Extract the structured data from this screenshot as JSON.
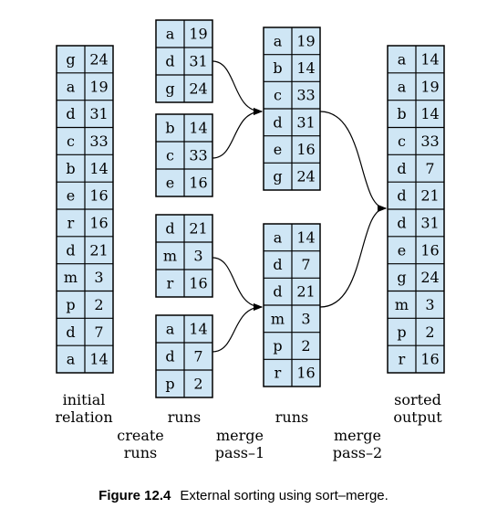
{
  "colors": {
    "cell_fill": "#cfe6f5",
    "border": "#000000",
    "arrow": "#000000"
  },
  "tables": {
    "initial": [
      [
        "g",
        "24"
      ],
      [
        "a",
        "19"
      ],
      [
        "d",
        "31"
      ],
      [
        "c",
        "33"
      ],
      [
        "b",
        "14"
      ],
      [
        "e",
        "16"
      ],
      [
        "r",
        "16"
      ],
      [
        "d",
        "21"
      ],
      [
        "m",
        "3"
      ],
      [
        "p",
        "2"
      ],
      [
        "d",
        "7"
      ],
      [
        "a",
        "14"
      ]
    ],
    "run1": [
      [
        "a",
        "19"
      ],
      [
        "d",
        "31"
      ],
      [
        "g",
        "24"
      ]
    ],
    "run2": [
      [
        "b",
        "14"
      ],
      [
        "c",
        "33"
      ],
      [
        "e",
        "16"
      ]
    ],
    "run3": [
      [
        "d",
        "21"
      ],
      [
        "m",
        "3"
      ],
      [
        "r",
        "16"
      ]
    ],
    "run4": [
      [
        "a",
        "14"
      ],
      [
        "d",
        "7"
      ],
      [
        "p",
        "2"
      ]
    ],
    "merge1a": [
      [
        "a",
        "19"
      ],
      [
        "b",
        "14"
      ],
      [
        "c",
        "33"
      ],
      [
        "d",
        "31"
      ],
      [
        "e",
        "16"
      ],
      [
        "g",
        "24"
      ]
    ],
    "merge1b": [
      [
        "a",
        "14"
      ],
      [
        "d",
        "7"
      ],
      [
        "d",
        "21"
      ],
      [
        "m",
        "3"
      ],
      [
        "p",
        "2"
      ],
      [
        "r",
        "16"
      ]
    ],
    "sorted": [
      [
        "a",
        "14"
      ],
      [
        "a",
        "19"
      ],
      [
        "b",
        "14"
      ],
      [
        "c",
        "33"
      ],
      [
        "d",
        "7"
      ],
      [
        "d",
        "21"
      ],
      [
        "d",
        "31"
      ],
      [
        "e",
        "16"
      ],
      [
        "g",
        "24"
      ],
      [
        "m",
        "3"
      ],
      [
        "p",
        "2"
      ],
      [
        "r",
        "16"
      ]
    ]
  },
  "labels": {
    "initial_relation": [
      "initial",
      "relation"
    ],
    "runs_1": [
      "runs"
    ],
    "runs_2": [
      "runs"
    ],
    "sorted_output": [
      "sorted",
      "output"
    ],
    "create_runs": [
      "create",
      "runs"
    ],
    "merge_pass_1": [
      "merge",
      "pass–1"
    ],
    "merge_pass_2": [
      "merge",
      "pass–2"
    ]
  },
  "caption": {
    "figure": "Figure 12.4",
    "text": "External sorting using sort–merge."
  }
}
